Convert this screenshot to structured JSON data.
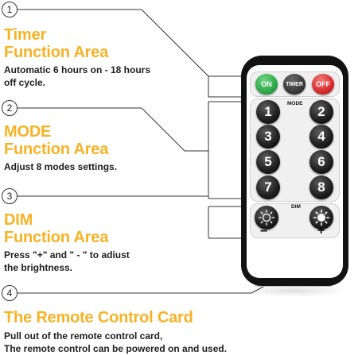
{
  "sections": [
    {
      "number": "1",
      "title_line1": "Timer",
      "title_line2": "Function Area",
      "desc_line1": "Automatic 6 hours on - 18 hours",
      "desc_line2": "off cycle."
    },
    {
      "number": "2",
      "title_line1": "MODE",
      "title_line2": "Function Area",
      "desc_line1": "Adjust 8 modes settings."
    },
    {
      "number": "3",
      "title_line1": "DIM",
      "title_line2": "Function Area",
      "desc_line1": "Press \"+\" and \" - \" to adiust",
      "desc_line2": "the brightness."
    },
    {
      "number": "4",
      "title_line1": "The Remote Control Card",
      "desc_line1": "Pull out of the remote control card,",
      "desc_line2": "The remote control can be powered on and used."
    }
  ],
  "remote": {
    "on_label": "ON",
    "timer_label": "TIMER",
    "off_label": "OFF",
    "mode_label": "MODE",
    "dim_label": "DIM",
    "mode_keys": [
      "1",
      "2",
      "3",
      "4",
      "5",
      "6",
      "7",
      "8"
    ],
    "minus_label": "−",
    "plus_label": "+",
    "dim_down_icon": "sun-outline-icon",
    "dim_up_icon": "sun-filled-icon"
  },
  "colors": {
    "title_accent": "#f5b324",
    "on_button": "#2fa84a",
    "timer_button": "#3a3a3a",
    "off_button": "#d92b2b"
  }
}
